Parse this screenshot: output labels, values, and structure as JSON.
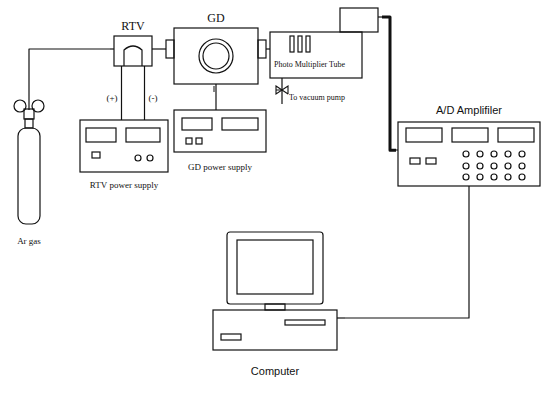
{
  "diagram": {
    "nodes": [
      {
        "text": [
          "Ar gas"
        ]
      },
      {
        "text": [
          "RTV"
        ]
      },
      {
        "text": [
          "RTV power supply"
        ]
      },
      {
        "text": [
          "GD"
        ]
      },
      {
        "text": [
          "Photo Multiplier Tube"
        ]
      },
      {
        "text": [
          "GD power supply"
        ]
      },
      {
        "text": [
          "A/D Amplifiler"
        ]
      },
      {
        "text": [
          "Computer"
        ]
      }
    ],
    "edges": [
      {
        "from": 0,
        "to": 1,
        "arrow": "none"
      },
      {
        "from": 1,
        "to": 2,
        "label": "(+)",
        "arrow": "none"
      },
      {
        "from": 1,
        "to": 2,
        "label": "(-)",
        "arrow": "none"
      },
      {
        "from": 1,
        "to": 3,
        "arrow": "none"
      },
      {
        "from": 3,
        "to": 4,
        "arrow": "none"
      },
      {
        "from": 3,
        "to": 5,
        "arrow": "none"
      },
      {
        "from": 4,
        "to": 6,
        "arrow": "none"
      },
      {
        "from": 6,
        "to": 7,
        "arrow": "none"
      }
    ],
    "labels": [
      "To vacuum pump"
    ]
  }
}
